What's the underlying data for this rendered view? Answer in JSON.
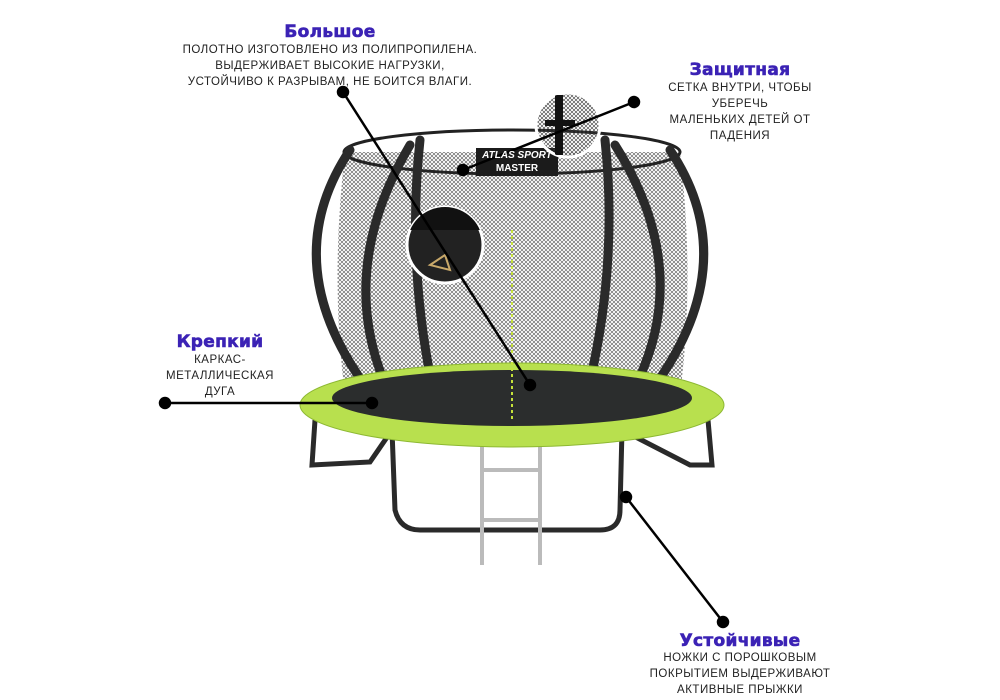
{
  "brand_sign": {
    "line1": "ATLAS SPORT",
    "line2": "MASTER"
  },
  "callouts": [
    {
      "title": "Большое",
      "lines": [
        "ПОЛОТНО ИЗГОТОВЛЕНО ИЗ ПОЛИПРОПИЛЕНА.",
        "ВЫДЕРЖИВАЕТ ВЫСОКИЕ НАГРУЗКИ,",
        "УСТОЙЧИВО К РАЗРЫВАМ, НЕ БОИТСЯ ВЛАГИ."
      ]
    },
    {
      "title": "Защитная",
      "lines": [
        "СЕТКА ВНУТРИ, ЧТОБЫ УБЕРЕЧЬ",
        "МАЛЕНЬКИХ ДЕТЕЙ ОТ ПАДЕНИЯ"
      ]
    },
    {
      "title": "Крепкий",
      "lines": [
        "КАРКАС-",
        "МЕТАЛЛИЧЕСКАЯ",
        "ДУГА"
      ]
    },
    {
      "title": "Устойчивые",
      "lines": [
        "НОЖКИ С ПОРОШКОВЫМ",
        "ПОКРЫТИЕМ ВЫДЕРЖИВАЮТ",
        "АКТИВНЫЕ ПРЫЖКИ"
      ]
    }
  ],
  "colors": {
    "title": "#3b22b5",
    "pad": "#b8e04e",
    "frame": "#2a2a2a"
  }
}
